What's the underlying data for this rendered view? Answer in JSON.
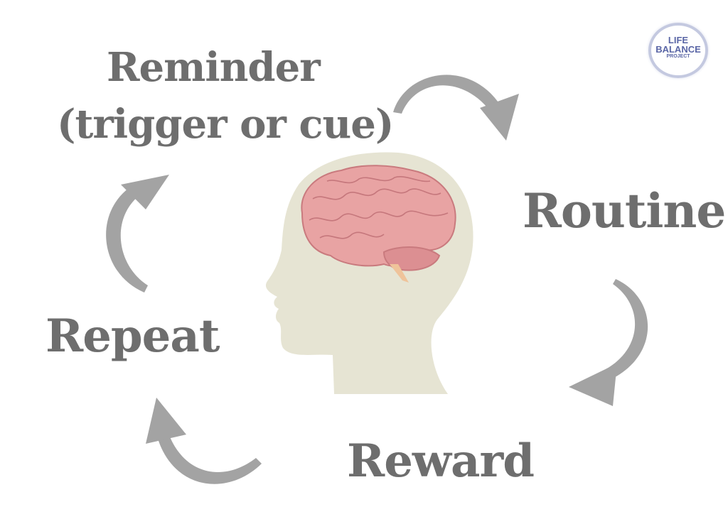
{
  "labels": {
    "reminder": "Reminder",
    "cue": "(trigger or cue)",
    "routine": "Routine",
    "reward": "Reward",
    "repeat": "Repeat"
  },
  "logo": {
    "line1": "LIFE",
    "line2": "BALANCE",
    "line3": "PROJECT"
  },
  "colors": {
    "text": "#6e6e6e",
    "arrow": "#a3a3a3",
    "head": "#e6e4d3",
    "brain": "#e8a3a3",
    "logo": "#5a66a6"
  }
}
